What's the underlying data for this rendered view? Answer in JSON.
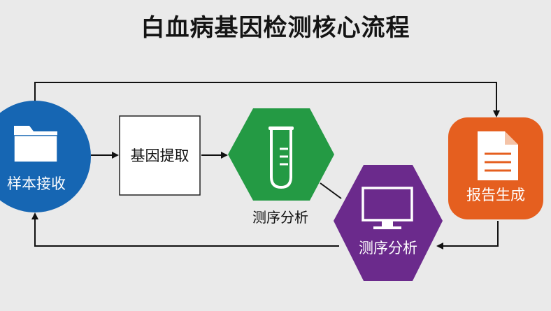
{
  "title": "白血病基因检测核心流程",
  "nodes": {
    "sample": {
      "label": "样本接收",
      "icon": "folder-icon",
      "color": "#1666b3"
    },
    "extract": {
      "label": "基因提取"
    },
    "analysis1": {
      "label": "测序分析",
      "icon": "test-tube-icon",
      "color": "#249a44"
    },
    "analysis2": {
      "label": "测序分析",
      "icon": "monitor-icon",
      "color": "#6b2a8c"
    },
    "report": {
      "label": "报告生成",
      "icon": "document-icon",
      "color": "#e55f1f"
    }
  }
}
